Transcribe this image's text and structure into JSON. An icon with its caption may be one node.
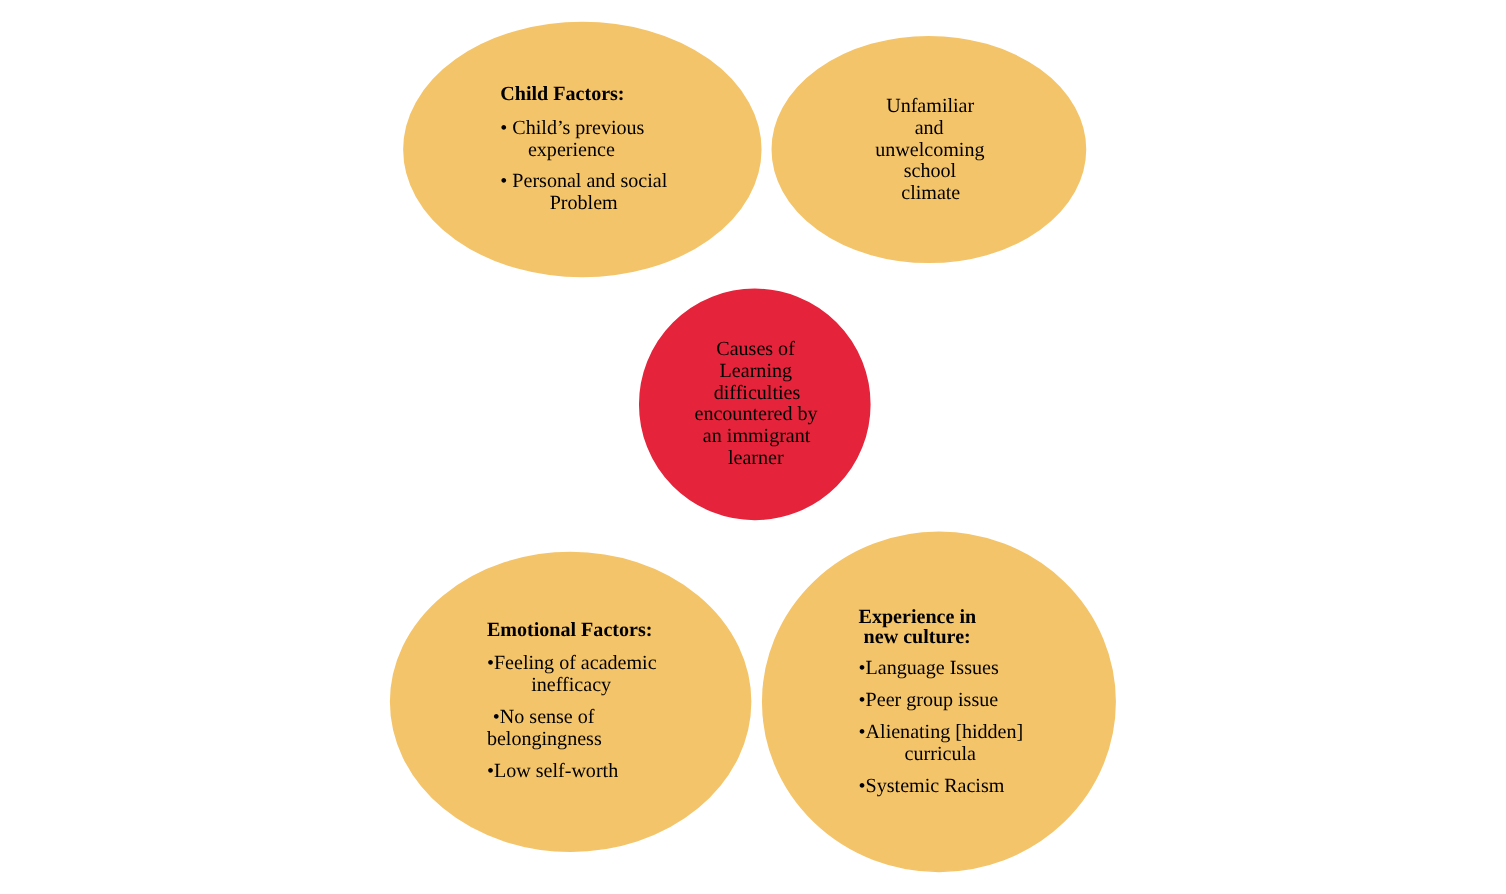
{
  "diagram": {
    "nodes": [
      {
        "text": [
          "Child Factors:",
          "• Child’s previous experience",
          "• Personal and social Problem"
        ]
      },
      {
        "text": [
          "Unfamiliar and unwelcoming school climate"
        ]
      },
      {
        "text": [
          "Causes of Learning difficulties encountered by an immigrant learner"
        ]
      },
      {
        "text": [
          "Emotional Factors:",
          "•Feeling of academic inefficacy",
          "•No sense of belongingness",
          "•Low self-worth"
        ]
      },
      {
        "text": [
          "Experience in new culture:",
          "•Language Issues",
          "•Peer group issue",
          "•Alienating [hidden] curricula",
          "•Systemic Racism"
        ]
      }
    ]
  }
}
